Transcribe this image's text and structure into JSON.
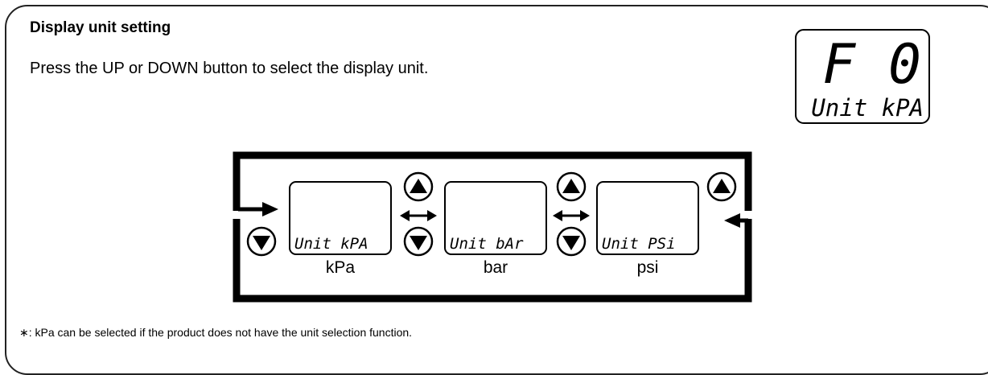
{
  "header": {
    "title": "Display unit setting",
    "instruction": "Press the UP or DOWN button to select the display unit."
  },
  "display_preview": {
    "top_text": "F   0",
    "bottom_text": "Unit   kPA"
  },
  "units": [
    {
      "label": "kPa",
      "lcd_text": "Unit  kPA"
    },
    {
      "label": "bar",
      "lcd_text": "Unit  bAr"
    },
    {
      "label": "psi",
      "lcd_text": "Unit  PSi"
    }
  ],
  "buttons": {
    "up_icon": "up-triangle-icon",
    "down_icon": "down-triangle-icon"
  },
  "footnote": "∗: kPa can be selected if the product does not have the unit selection function."
}
